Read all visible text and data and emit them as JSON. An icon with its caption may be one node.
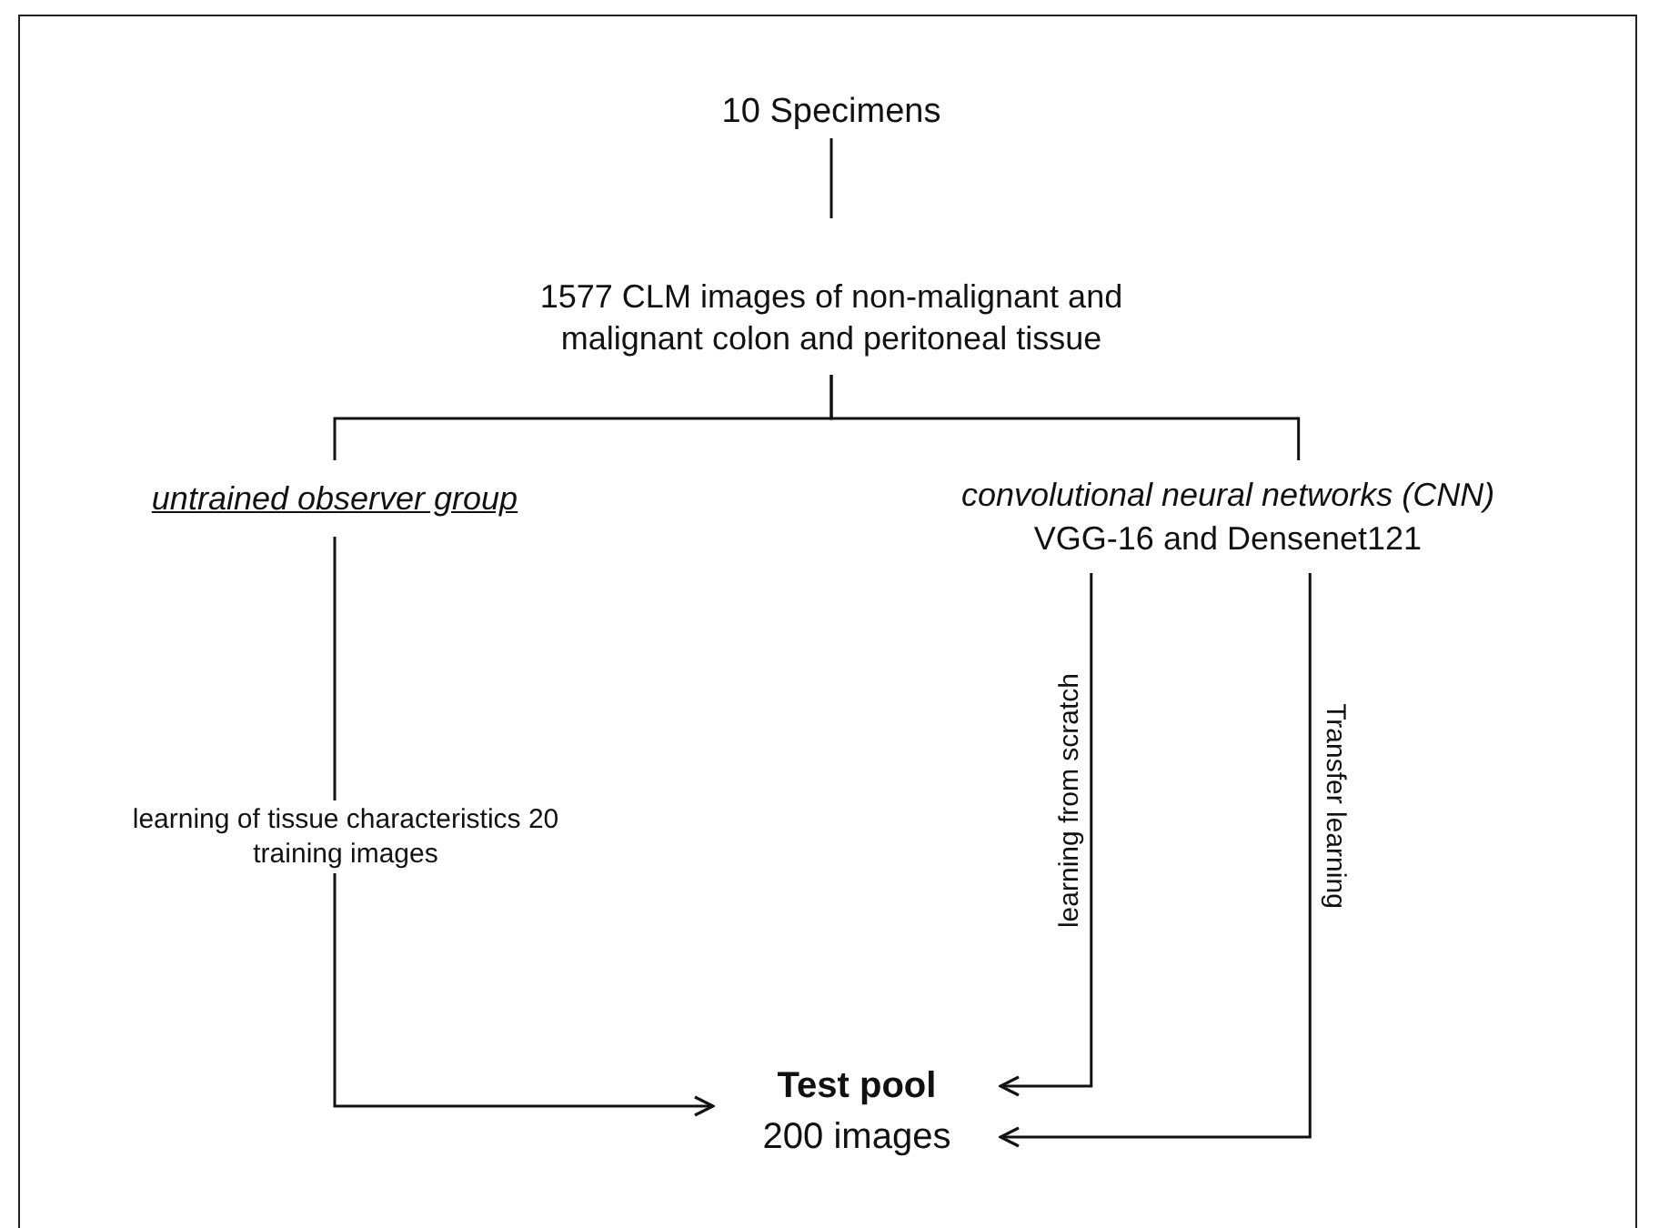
{
  "diagram": {
    "nodes": [
      {
        "text": [
          "10 Specimens"
        ]
      },
      {
        "text": [
          "1577 CLM images of non-malignant and malignant colon and peritoneal tissue"
        ]
      },
      {
        "text": [
          "untrained observer group"
        ]
      },
      {
        "text": [
          "convolutional neural networks (CNN)",
          "VGG-16 and Densenet121"
        ]
      },
      {
        "text": [
          "Test pool",
          "200 images"
        ]
      }
    ],
    "edges": [
      {
        "from": 0,
        "to": 1,
        "arrow": "none"
      },
      {
        "from": 1,
        "to": 2,
        "arrow": "none"
      },
      {
        "from": 1,
        "to": 3,
        "arrow": "none"
      },
      {
        "from": 2,
        "to": 4,
        "arrow": "to",
        "label": "learning of tissue characteristics 20 training images"
      },
      {
        "from": 3,
        "to": 4,
        "arrow": "to",
        "label": "learning from scratch"
      },
      {
        "from": 3,
        "to": 4,
        "arrow": "to",
        "label": "Transfer learning"
      }
    ]
  }
}
